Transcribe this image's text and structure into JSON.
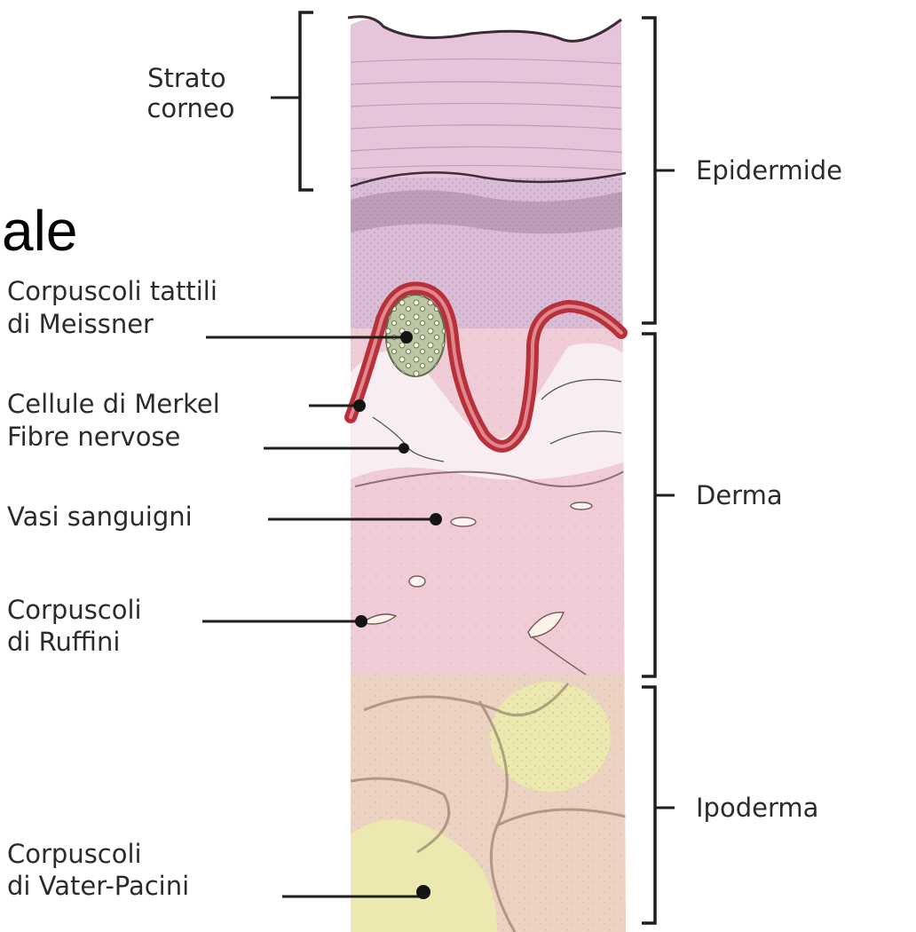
{
  "heading_fragment": "ale",
  "left_labels": {
    "strato_corneo": [
      "Strato",
      "corneo"
    ],
    "meissner": [
      "Corpuscoli tattili",
      "di Meissner"
    ],
    "merkel": [
      "Cellule di Merkel"
    ],
    "fibre": [
      "Fibre nervose"
    ],
    "vasi": [
      "Vasi sanguigni"
    ],
    "ruffini": [
      "Corpuscoli",
      "di Ruffini"
    ],
    "pacini": [
      "Corpuscoli",
      "di Vater-Pacini"
    ]
  },
  "right_labels": {
    "epidermide": "Epidermide",
    "derma": "Derma",
    "ipoderma": "Ipoderma"
  },
  "colors": {
    "stratum_corneum": "#e6c4da",
    "epidermis_cells": "#d9bcd6",
    "dermis": "#f0ccd6",
    "hypodermis": "#ecd2c0",
    "fat": "#ece9b0",
    "papilla_border": "#b8303a",
    "meissner": "#bcc6a4",
    "ink": "#1e1e1e"
  }
}
